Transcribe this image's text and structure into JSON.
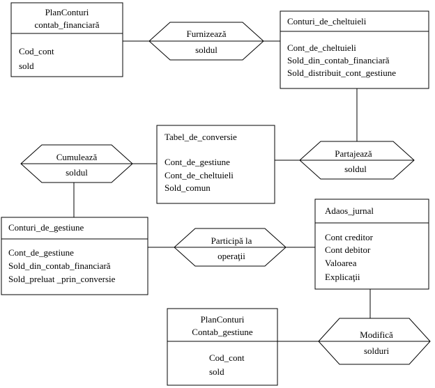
{
  "entities": {
    "plan_conturi_fin": {
      "title": [
        "PlanConturi",
        "contab_financiară"
      ],
      "attributes": [
        "Cod_cont",
        "sold"
      ]
    },
    "conturi_cheltuieli": {
      "title": [
        "Conturi_de_cheltuieli"
      ],
      "attributes": [
        "Cont_de_cheltuieli",
        "Sold_din_contab_financiară",
        "Sold_distribuit_cont_gestiune"
      ]
    },
    "tabel_conversie": {
      "title": [
        "Tabel_de_conversie"
      ],
      "attributes": [
        "Cont_de_gestiune",
        "Cont_de_cheltuieli",
        "Sold_comun"
      ]
    },
    "conturi_gestiune": {
      "title": [
        "Conturi_de_gestiune"
      ],
      "attributes": [
        "Cont_de_gestiune",
        "Sold_din_contab_financiară",
        "Sold_preluat _prin_conversie"
      ]
    },
    "adaos_jurnal": {
      "title": [
        "Adaos_jurnal"
      ],
      "attributes": [
        "Cont creditor",
        "Cont debitor",
        "Valoarea",
        "Explicaţii"
      ]
    },
    "plan_conturi_gest": {
      "title": [
        "PlanConturi",
        "Contab_gestiune"
      ],
      "attributes": [
        "Cod_cont",
        "sold"
      ]
    }
  },
  "relationships": {
    "furnizeaza": {
      "top": "Furnizează",
      "bottom": "soldul"
    },
    "cumuleaza": {
      "top": "Cumulează",
      "bottom": "soldul"
    },
    "partajeaza": {
      "top": "Partajează",
      "bottom": "soldul"
    },
    "participa": {
      "top": "Participă la",
      "bottom": "operaţii"
    },
    "modifica": {
      "top": "Modifică",
      "bottom": "solduri"
    }
  }
}
